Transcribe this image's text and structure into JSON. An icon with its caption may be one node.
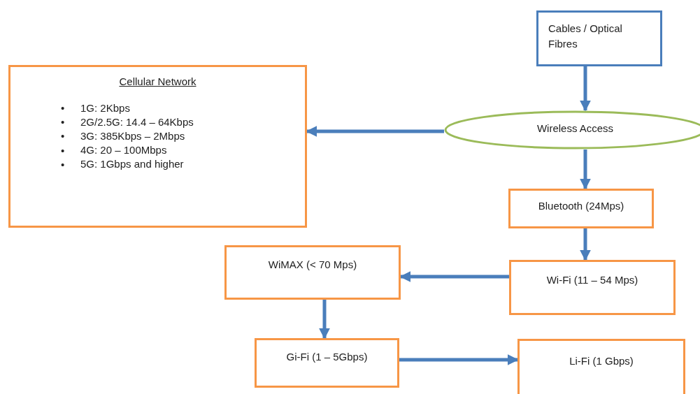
{
  "diagram": {
    "nodes": [
      {
        "text": [
          "Cables / Optical Fibres"
        ]
      },
      {
        "text": [
          "Wireless Access"
        ]
      },
      {
        "text": [
          "Cellular Network",
          "1G: 2Kbps",
          "2G/2.5G: 14.4 – 64Kbps",
          "3G: 385Kbps – 2Mbps",
          "4G: 20 – 100Mbps",
          "5G: 1Gbps and higher"
        ]
      },
      {
        "text": [
          "Bluetooth (24Mps)"
        ]
      },
      {
        "text": [
          "Wi-Fi (11 – 54 Mps)"
        ]
      },
      {
        "text": [
          "WiMAX (< 70 Mps)"
        ]
      },
      {
        "text": [
          "Gi-Fi (1 – 5Gbps)"
        ]
      },
      {
        "text": [
          "Li-Fi (1 Gbps)"
        ]
      }
    ],
    "edges": [
      {
        "from": 0,
        "to": 1,
        "arrow": "to"
      },
      {
        "from": 1,
        "to": 2,
        "arrow": "to"
      },
      {
        "from": 1,
        "to": 3,
        "arrow": "to"
      },
      {
        "from": 3,
        "to": 4,
        "arrow": "to"
      },
      {
        "from": 4,
        "to": 5,
        "arrow": "to"
      },
      {
        "from": 5,
        "to": 6,
        "arrow": "to"
      },
      {
        "from": 6,
        "to": 7,
        "arrow": "to"
      }
    ],
    "labels": [
      "•",
      "•",
      "•",
      "•",
      "•"
    ]
  }
}
